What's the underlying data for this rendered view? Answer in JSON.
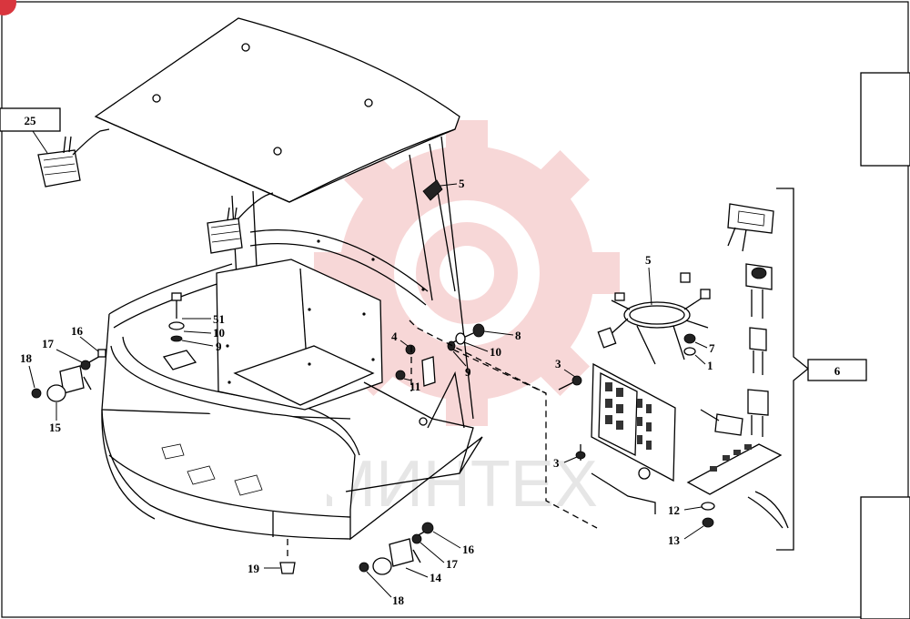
{
  "watermark": {
    "text": "МИНТЕХ",
    "color": "#f2b8b8"
  },
  "corner_badge": {
    "color": "#d9363e"
  },
  "callouts": [
    {
      "id": "c25",
      "text": "25"
    },
    {
      "id": "c5a",
      "text": "5"
    },
    {
      "id": "c5b",
      "text": "5"
    },
    {
      "id": "c51",
      "text": "51"
    },
    {
      "id": "c10a",
      "text": "10"
    },
    {
      "id": "c9a",
      "text": "9"
    },
    {
      "id": "c16a",
      "text": "16"
    },
    {
      "id": "c17a",
      "text": "17"
    },
    {
      "id": "c18a",
      "text": "18"
    },
    {
      "id": "c15",
      "text": "15"
    },
    {
      "id": "c4",
      "text": "4"
    },
    {
      "id": "c11",
      "text": "11"
    },
    {
      "id": "c8",
      "text": "8"
    },
    {
      "id": "c10b",
      "text": "10"
    },
    {
      "id": "c9b",
      "text": "9"
    },
    {
      "id": "c3a",
      "text": "3"
    },
    {
      "id": "c3b",
      "text": "3"
    },
    {
      "id": "c7",
      "text": "7"
    },
    {
      "id": "c6",
      "text": "6"
    },
    {
      "id": "c1",
      "text": "1"
    },
    {
      "id": "c12",
      "text": "12"
    },
    {
      "id": "c13",
      "text": "13"
    },
    {
      "id": "c19",
      "text": "19"
    },
    {
      "id": "c16b",
      "text": "16"
    },
    {
      "id": "c17b",
      "text": "17"
    },
    {
      "id": "c14",
      "text": "14"
    },
    {
      "id": "c18b",
      "text": "18"
    }
  ]
}
